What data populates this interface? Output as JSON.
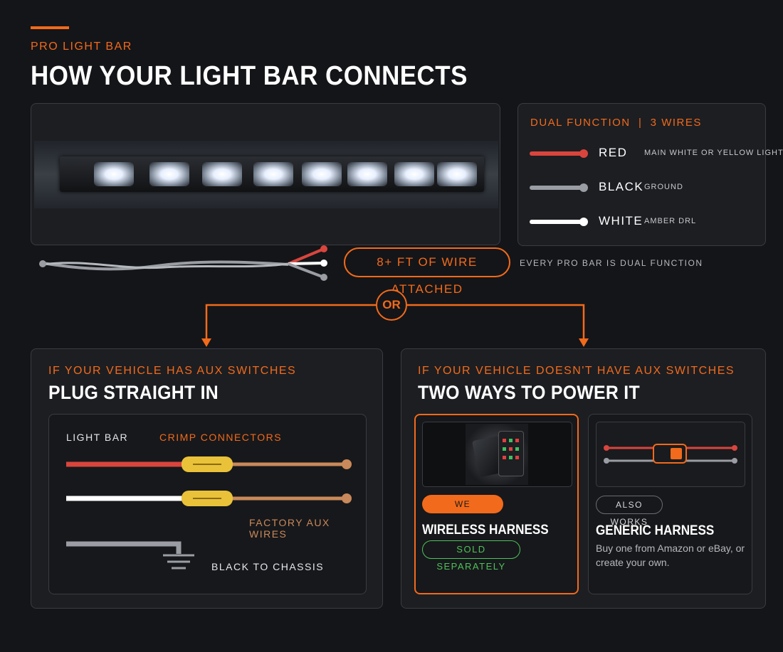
{
  "header": {
    "eyebrow": "PRO LIGHT BAR",
    "title": "HOW YOUR LIGHT BAR CONNECTS"
  },
  "wires_panel": {
    "heading": "DUAL FUNCTION  |  3 WIRES",
    "wires": [
      {
        "name": "RED",
        "description": "MAIN WHITE OR YELLOW LIGHT",
        "color": "#d9453d"
      },
      {
        "name": "BLACK",
        "description": "GROUND",
        "color": "#9a9da3"
      },
      {
        "name": "WHITE",
        "description": "AMBER DRL",
        "color": "#ffffff"
      }
    ]
  },
  "wire_attached_label": "8+ FT OF WIRE ATTACHED",
  "dual_function_note": "EVERY PRO BAR IS DUAL FUNCTION",
  "or_label": "OR",
  "left_section": {
    "eyebrow": "IF YOUR VEHICLE HAS AUX SWITCHES",
    "title": "PLUG STRAIGHT IN",
    "diagram": {
      "light_bar_label": "LIGHT BAR",
      "crimp_label": "CRIMP CONNECTORS",
      "factory_label": "FACTORY AUX WIRES",
      "chassis_label": "BLACK TO CHASSIS"
    }
  },
  "right_section": {
    "eyebrow": "IF YOUR VEHICLE DOESN'T HAVE AUX SWITCHES",
    "title": "TWO WAYS TO POWER IT",
    "options": [
      {
        "badge": "WE RECOMMEND",
        "title": "WIRELESS HARNESS",
        "sub_badge": "SOLD SEPARATELY"
      },
      {
        "badge": "ALSO WORKS",
        "title": "GENERIC HARNESS",
        "description": "Buy one from Amazon or eBay, or create your own."
      }
    ]
  },
  "colors": {
    "accent": "#f26a1b",
    "panel": "#1c1e22",
    "red_wire": "#d9453d",
    "tan_wire": "#c9895a",
    "connector": "#e9c23a",
    "success": "#4fc15a"
  }
}
